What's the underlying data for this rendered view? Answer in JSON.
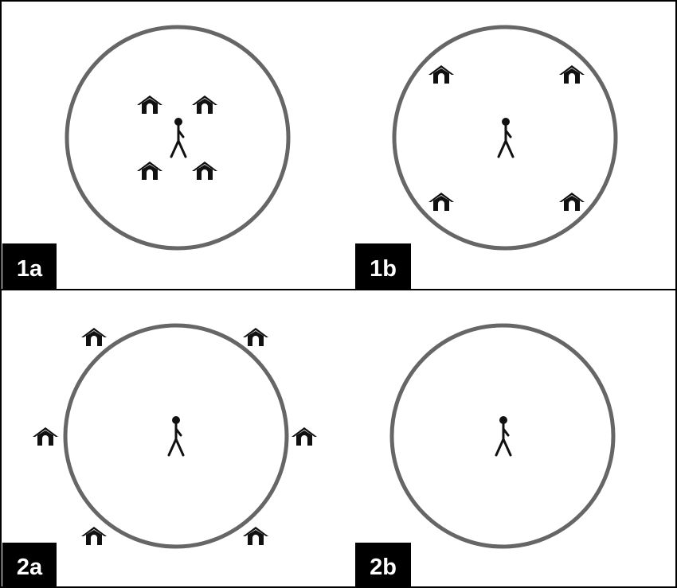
{
  "figure": {
    "colors": {
      "border": "#000000",
      "circle": "#666666",
      "icon": "#111111",
      "label_bg": "#000000",
      "label_text": "#ffffff"
    },
    "panels": [
      {
        "label": "1a",
        "house_count": 4,
        "house_arrangement": "inside-circle-near-person",
        "person": "center"
      },
      {
        "label": "1b",
        "house_count": 4,
        "house_arrangement": "inside-circle-near-edge",
        "person": "center"
      },
      {
        "label": "2a",
        "house_count": 6,
        "house_arrangement": "outside-circle",
        "person": "center"
      },
      {
        "label": "2b",
        "house_count": 0,
        "house_arrangement": "none",
        "person": "center"
      }
    ]
  }
}
